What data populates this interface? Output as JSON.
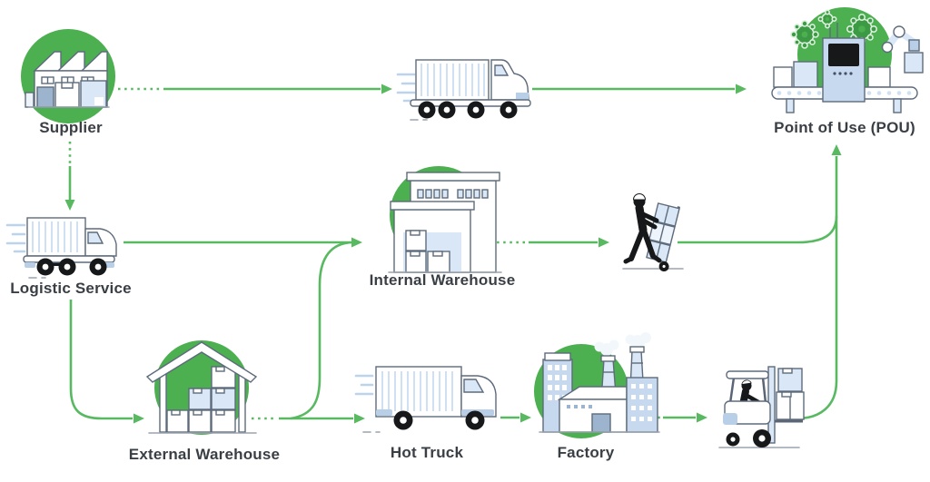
{
  "colors": {
    "circle_green": "#4caf50",
    "line_green": "#58b961",
    "gear_green": "#3d9a44",
    "text_ink": "#3a3f45",
    "icon_outline": "#5d6b7c",
    "icon_blue_light": "#d9e7f6",
    "icon_blue_mid": "#b9cfe8",
    "icon_blue_deep": "#9db4cf",
    "icon_blue_tower": "#c6d9ee",
    "figure_black": "#16181a",
    "background": "#ffffff"
  },
  "labels": {
    "supplier": "Supplier",
    "point_of_use": "Point of Use (POU)",
    "logistic_service": "Logistic Service",
    "internal_warehouse": "Internal Warehouse",
    "external_warehouse": "External Warehouse",
    "hot_truck": "Hot Truck",
    "factory": "Factory"
  },
  "nodes": [
    {
      "id": "supplier",
      "label": "Supplier",
      "icon": "factory-icon",
      "green_circle": true
    },
    {
      "id": "transport-truck",
      "label": "",
      "icon": "semi-truck-icon",
      "green_circle": false
    },
    {
      "id": "point-of-use",
      "label": "Point of Use (POU)",
      "icon": "production-line-icon",
      "green_circle": true
    },
    {
      "id": "logistic-service",
      "label": "Logistic Service",
      "icon": "box-truck-icon",
      "green_circle": false
    },
    {
      "id": "internal-warehouse",
      "label": "Internal Warehouse",
      "icon": "warehouse-building-icon",
      "green_circle": true
    },
    {
      "id": "worker-hand-truck",
      "label": "",
      "icon": "worker-hand-truck-icon",
      "green_circle": false
    },
    {
      "id": "external-warehouse",
      "label": "External Warehouse",
      "icon": "shed-warehouse-icon",
      "green_circle": true
    },
    {
      "id": "hot-truck",
      "label": "Hot Truck",
      "icon": "delivery-van-icon",
      "green_circle": false
    },
    {
      "id": "factory",
      "label": "Factory",
      "icon": "industrial-plant-icon",
      "green_circle": true
    },
    {
      "id": "forklift",
      "label": "",
      "icon": "forklift-icon",
      "green_circle": false
    }
  ],
  "edges": [
    {
      "from": "supplier",
      "to": "transport-truck",
      "style": "dotted-then-solid",
      "direction": "right"
    },
    {
      "from": "transport-truck",
      "to": "point-of-use",
      "style": "solid",
      "direction": "right"
    },
    {
      "from": "supplier",
      "to": "logistic-service",
      "style": "dotted-then-solid",
      "direction": "down"
    },
    {
      "from": "logistic-service",
      "to": "internal-warehouse",
      "style": "solid",
      "direction": "right"
    },
    {
      "from": "internal-warehouse",
      "to": "worker-hand-truck",
      "style": "dotted-then-solid",
      "direction": "right"
    },
    {
      "from": "worker-hand-truck",
      "to": "point-of-use",
      "style": "solid",
      "direction": "right-then-up"
    },
    {
      "from": "logistic-service",
      "to": "external-warehouse",
      "style": "solid",
      "direction": "down-then-right"
    },
    {
      "from": "external-warehouse",
      "to": "hot-truck",
      "style": "dotted-then-solid",
      "direction": "right"
    },
    {
      "from": "external-warehouse",
      "to": "internal-warehouse",
      "style": "solid",
      "direction": "up-curve"
    },
    {
      "from": "hot-truck",
      "to": "factory",
      "style": "solid",
      "direction": "right"
    },
    {
      "from": "factory",
      "to": "forklift",
      "style": "dotted-then-solid",
      "direction": "right"
    },
    {
      "from": "forklift",
      "to": "point-of-use",
      "style": "solid",
      "direction": "right-then-up"
    }
  ]
}
